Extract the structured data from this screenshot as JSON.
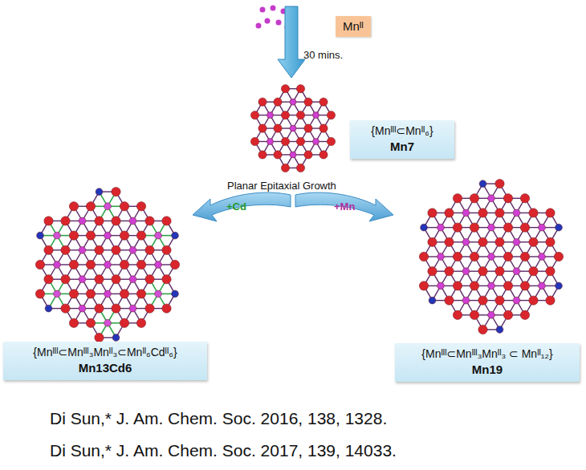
{
  "diagram": {
    "nodes": [
      {
        "text": [
          "Mnᴵᴵ"
        ]
      },
      {
        "text": [
          "{Mnᴵᴵᴵ⊂Mnᴵᴵ₆}",
          "Mn7"
        ]
      },
      {
        "text": [
          "{Mnᴵᴵᴵ⊂Mnᴵᴵᴵ₃Mnᴵᴵ₃⊂Mnᴵᴵ₆Cdᴵᴵ₆}",
          "Mn13Cd6"
        ]
      },
      {
        "text": [
          "{Mnᴵᴵᴵ⊂Mnᴵᴵᴵ₃Mnᴵᴵ₃ ⊂ Mnᴵᴵ₁₂}",
          "Mn19"
        ]
      }
    ],
    "labels": [
      "30 mins.",
      "Planar Epitaxial Growth",
      "+Cd",
      "+Mn",
      "Di Sun,* J. Am. Chem. Soc. 2016, 138, 1328.",
      "Di Sun,* J. Am. Chem. Soc. 2017, 139, 14033."
    ]
  }
}
